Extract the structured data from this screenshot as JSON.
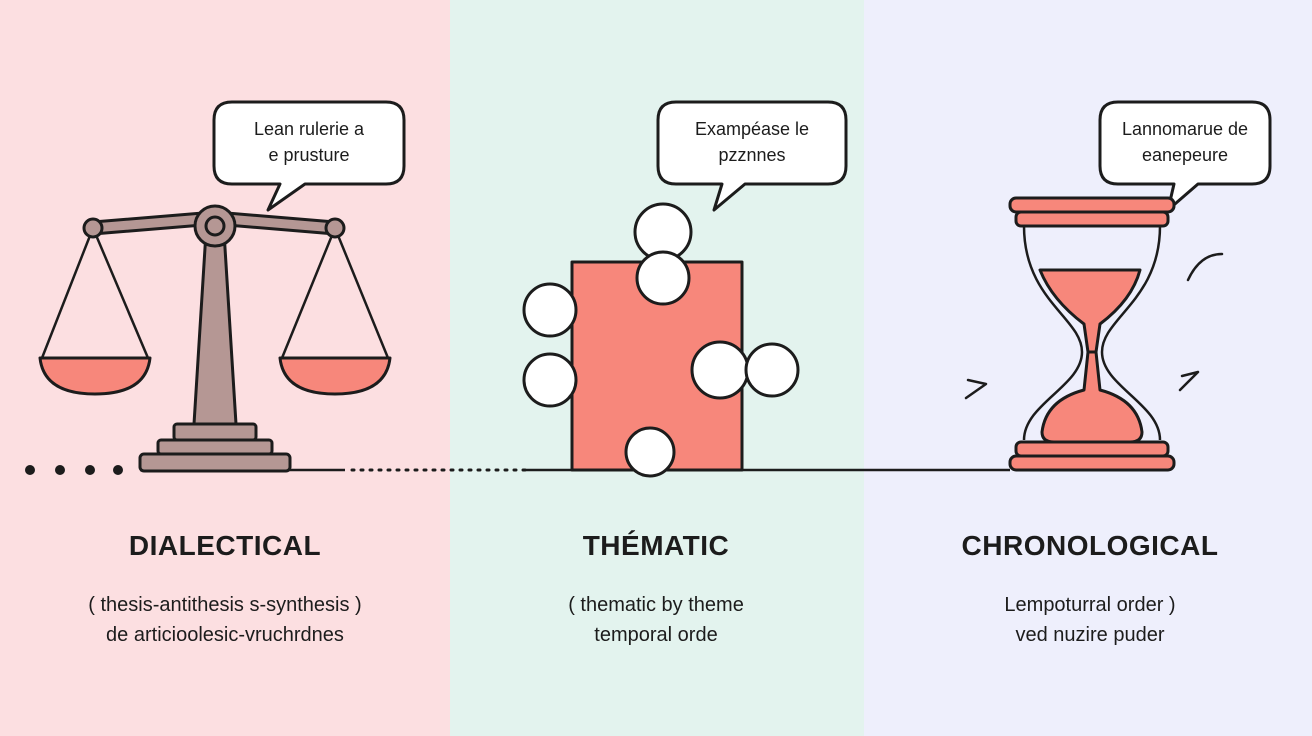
{
  "colors": {
    "panel_dialectical": "#fcdfe1",
    "panel_thematic": "#e3f3ee",
    "panel_chronological": "#eeeffc",
    "accent": "#f7877b",
    "scale_body": "#b59794",
    "outline": "#1c1c1c"
  },
  "sections": [
    {
      "id": "dialectical",
      "icon": "balance-scale-icon",
      "bubble": [
        "Lean rulerie a",
        "e prusture"
      ],
      "title": "DIALECTICAL",
      "description": [
        "( thesis-antithesis s-synthesis )",
        "de articioolesic-vruchrdnes"
      ]
    },
    {
      "id": "thematic",
      "icon": "puzzle-piece-icon",
      "bubble": [
        "Exampéase le",
        "pzznnes"
      ],
      "title": "THÉMATIC",
      "description": [
        "( thematic by theme",
        "temporal orde"
      ]
    },
    {
      "id": "chronological",
      "icon": "hourglass-icon",
      "bubble": [
        "Lannomarue de",
        "eanepeure"
      ],
      "title": "CHRONOLOGICAL",
      "description": [
        "Lempoturral order  )",
        "ved nuzire puder"
      ]
    }
  ]
}
